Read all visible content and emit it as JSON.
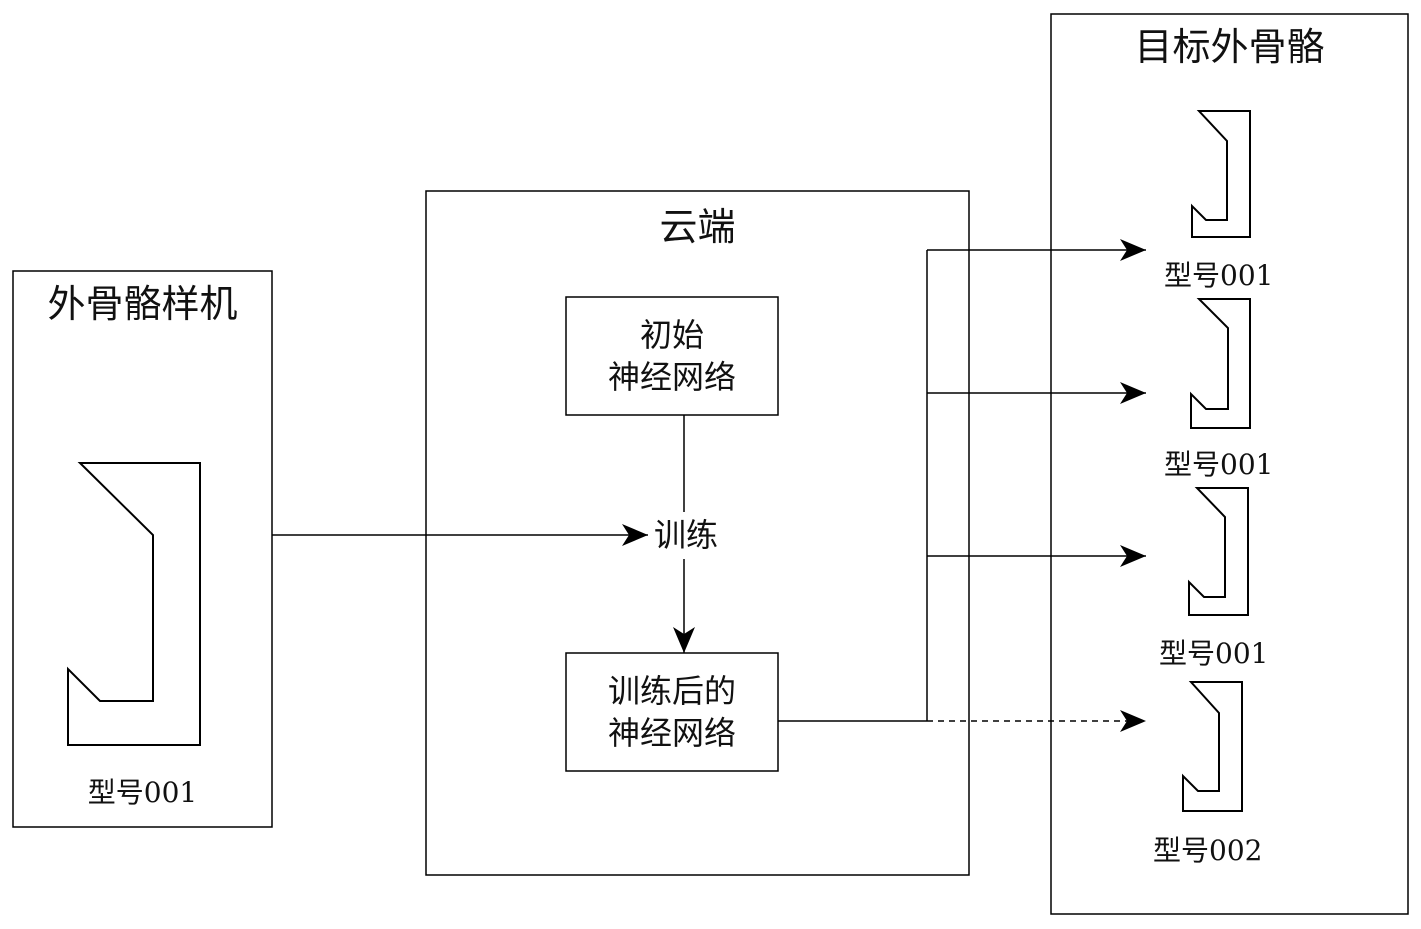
{
  "prototype": {
    "title": "外骨骼样机",
    "model_label": "型号001"
  },
  "cloud": {
    "title": "云端",
    "initial_network": {
      "line1": "初始",
      "line2": "神经网络"
    },
    "train_label": "训练",
    "trained_network": {
      "line1": "训练后的",
      "line2": "神经网络"
    }
  },
  "targets": {
    "title": "目标外骨骼",
    "devices": [
      {
        "model_label": "型号001"
      },
      {
        "model_label": "型号001"
      },
      {
        "model_label": "型号001"
      },
      {
        "model_label": "型号002"
      }
    ]
  }
}
